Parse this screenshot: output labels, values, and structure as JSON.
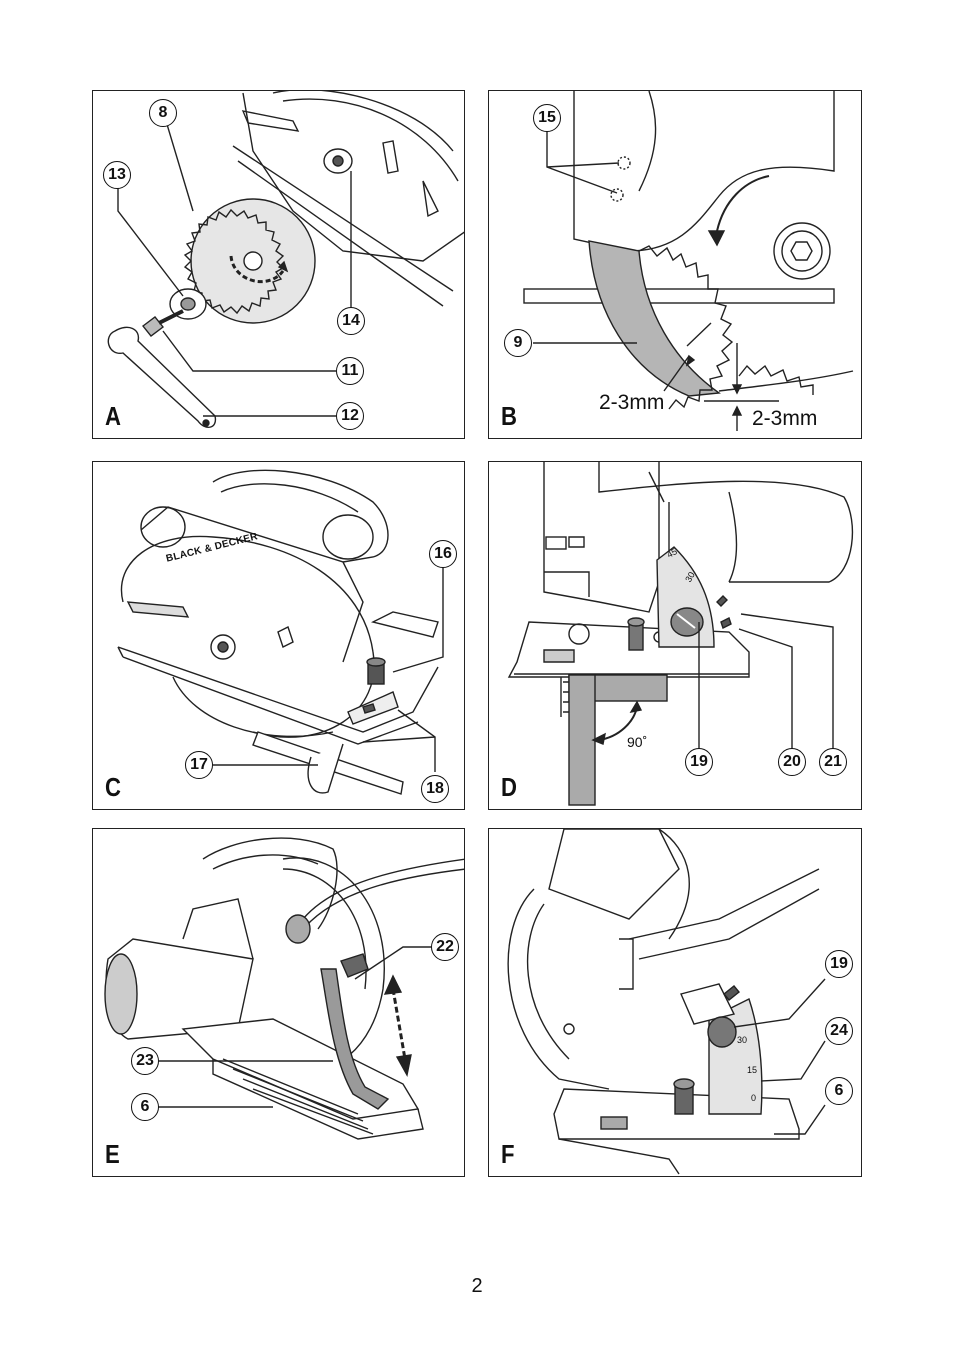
{
  "panels": {
    "A": {
      "letter": "A",
      "callouts": [
        "8",
        "13",
        "14",
        "11",
        "12"
      ]
    },
    "B": {
      "letter": "B",
      "callouts": [
        "15",
        "9"
      ],
      "measure_left": "2-3mm",
      "measure_right": "2-3mm"
    },
    "C": {
      "letter": "C",
      "callouts": [
        "16",
        "17",
        "18"
      ],
      "brand": "BLACK & DECKER"
    },
    "D": {
      "letter": "D",
      "callouts": [
        "19",
        "20",
        "21"
      ],
      "angle": "90˚",
      "scale": [
        "45",
        "30"
      ]
    },
    "E": {
      "letter": "E",
      "callouts": [
        "22",
        "23",
        "6"
      ]
    },
    "F": {
      "letter": "F",
      "callouts": [
        "19",
        "24",
        "6"
      ],
      "scale": [
        "30",
        "15",
        "0"
      ]
    }
  },
  "page_number": "2"
}
